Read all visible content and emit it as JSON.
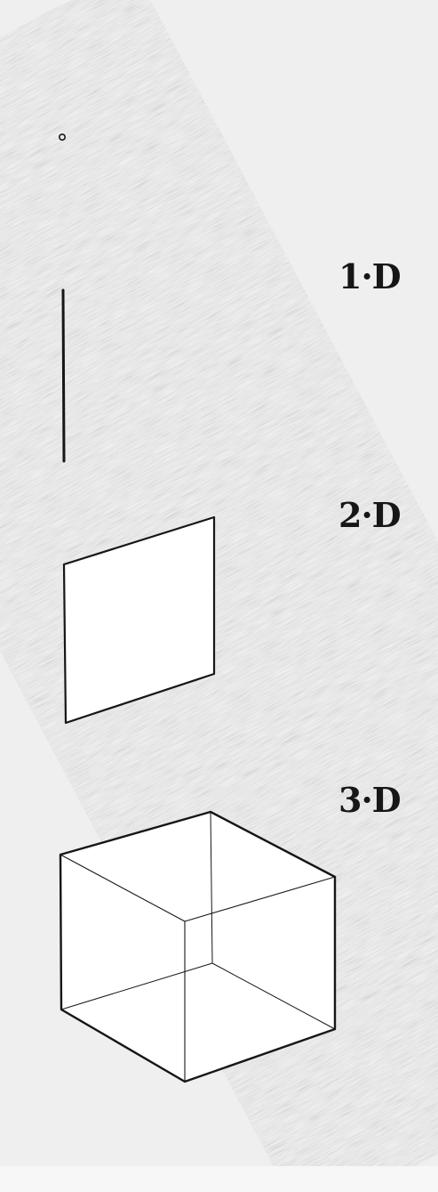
{
  "labels": {
    "one_d": "1·D",
    "two_d": "2·D",
    "three_d": "3·D"
  },
  "colors": {
    "paper": "#efefef",
    "ink": "#161616",
    "shape_fill": "#ffffff"
  }
}
